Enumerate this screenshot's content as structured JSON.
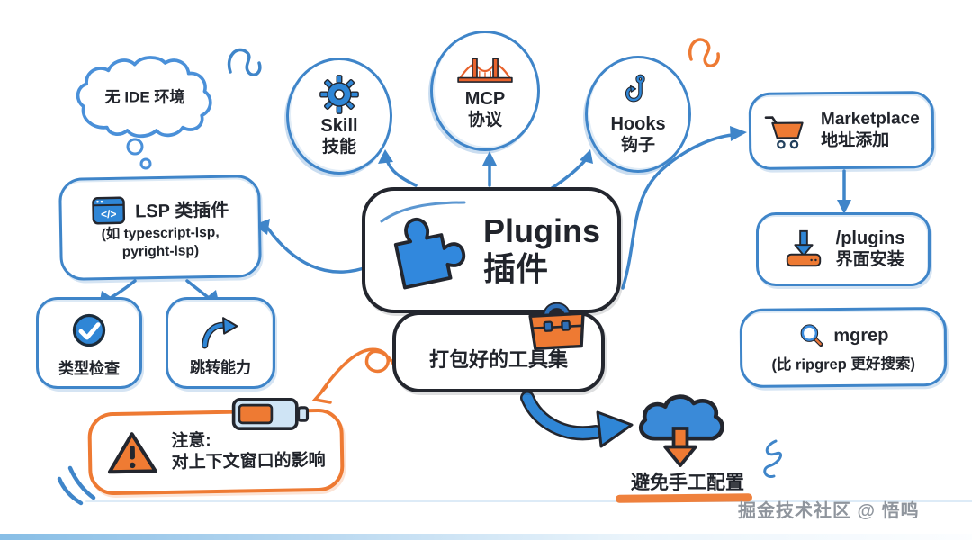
{
  "colors": {
    "blue": "#2f86d6",
    "line_blue": "#3f85c9",
    "orange": "#ee7a33",
    "outline": "#23262e",
    "text": "#21242b"
  },
  "icons": {
    "cloud": "thought-cloud",
    "lsp": "code-window-icon",
    "type_check": "check-circle-icon",
    "jump": "curved-arrow-icon",
    "skill": "gear-icon",
    "mcp": "bridge-icon",
    "hooks": "fishhook-icon",
    "center": "puzzle-icon",
    "toolkit": "toolbox-icon",
    "marketplace": "cart-icon",
    "plugins_cmd": "download-tray-icon",
    "mgrep": "magnifier-icon",
    "warning": "warning-triangle-icon",
    "battery": "battery-icon",
    "avoid": "cloud-download-icon",
    "code_glyph": "</>"
  },
  "cloud": {
    "label": "无 IDE 环境"
  },
  "lsp": {
    "title": "LSP 类插件",
    "sub1": "(如 typescript-lsp,",
    "sub2": "pyright-lsp)"
  },
  "type_check": {
    "label": "类型检查"
  },
  "jump": {
    "label": "跳转能力"
  },
  "skill": {
    "en": "Skill",
    "zh": "技能"
  },
  "mcp": {
    "en": "MCP",
    "zh": "协议"
  },
  "hooks": {
    "en": "Hooks",
    "zh": "钩子"
  },
  "center": {
    "en": "Plugins",
    "zh": "插件"
  },
  "toolkit": {
    "label": "打包好的工具集"
  },
  "marketplace": {
    "en": "Marketplace",
    "zh": "地址添加"
  },
  "plugins_cmd": {
    "en": "/plugins",
    "zh": "界面安装"
  },
  "mgrep": {
    "en": "mgrep",
    "zh": "(比 ripgrep 更好搜索)"
  },
  "warning": {
    "title": "注意:",
    "desc": "对上下文窗口的影响"
  },
  "avoid": {
    "label": "避免手工配置"
  },
  "watermark": {
    "label": "掘金技术社区 @ 悟鸣"
  }
}
